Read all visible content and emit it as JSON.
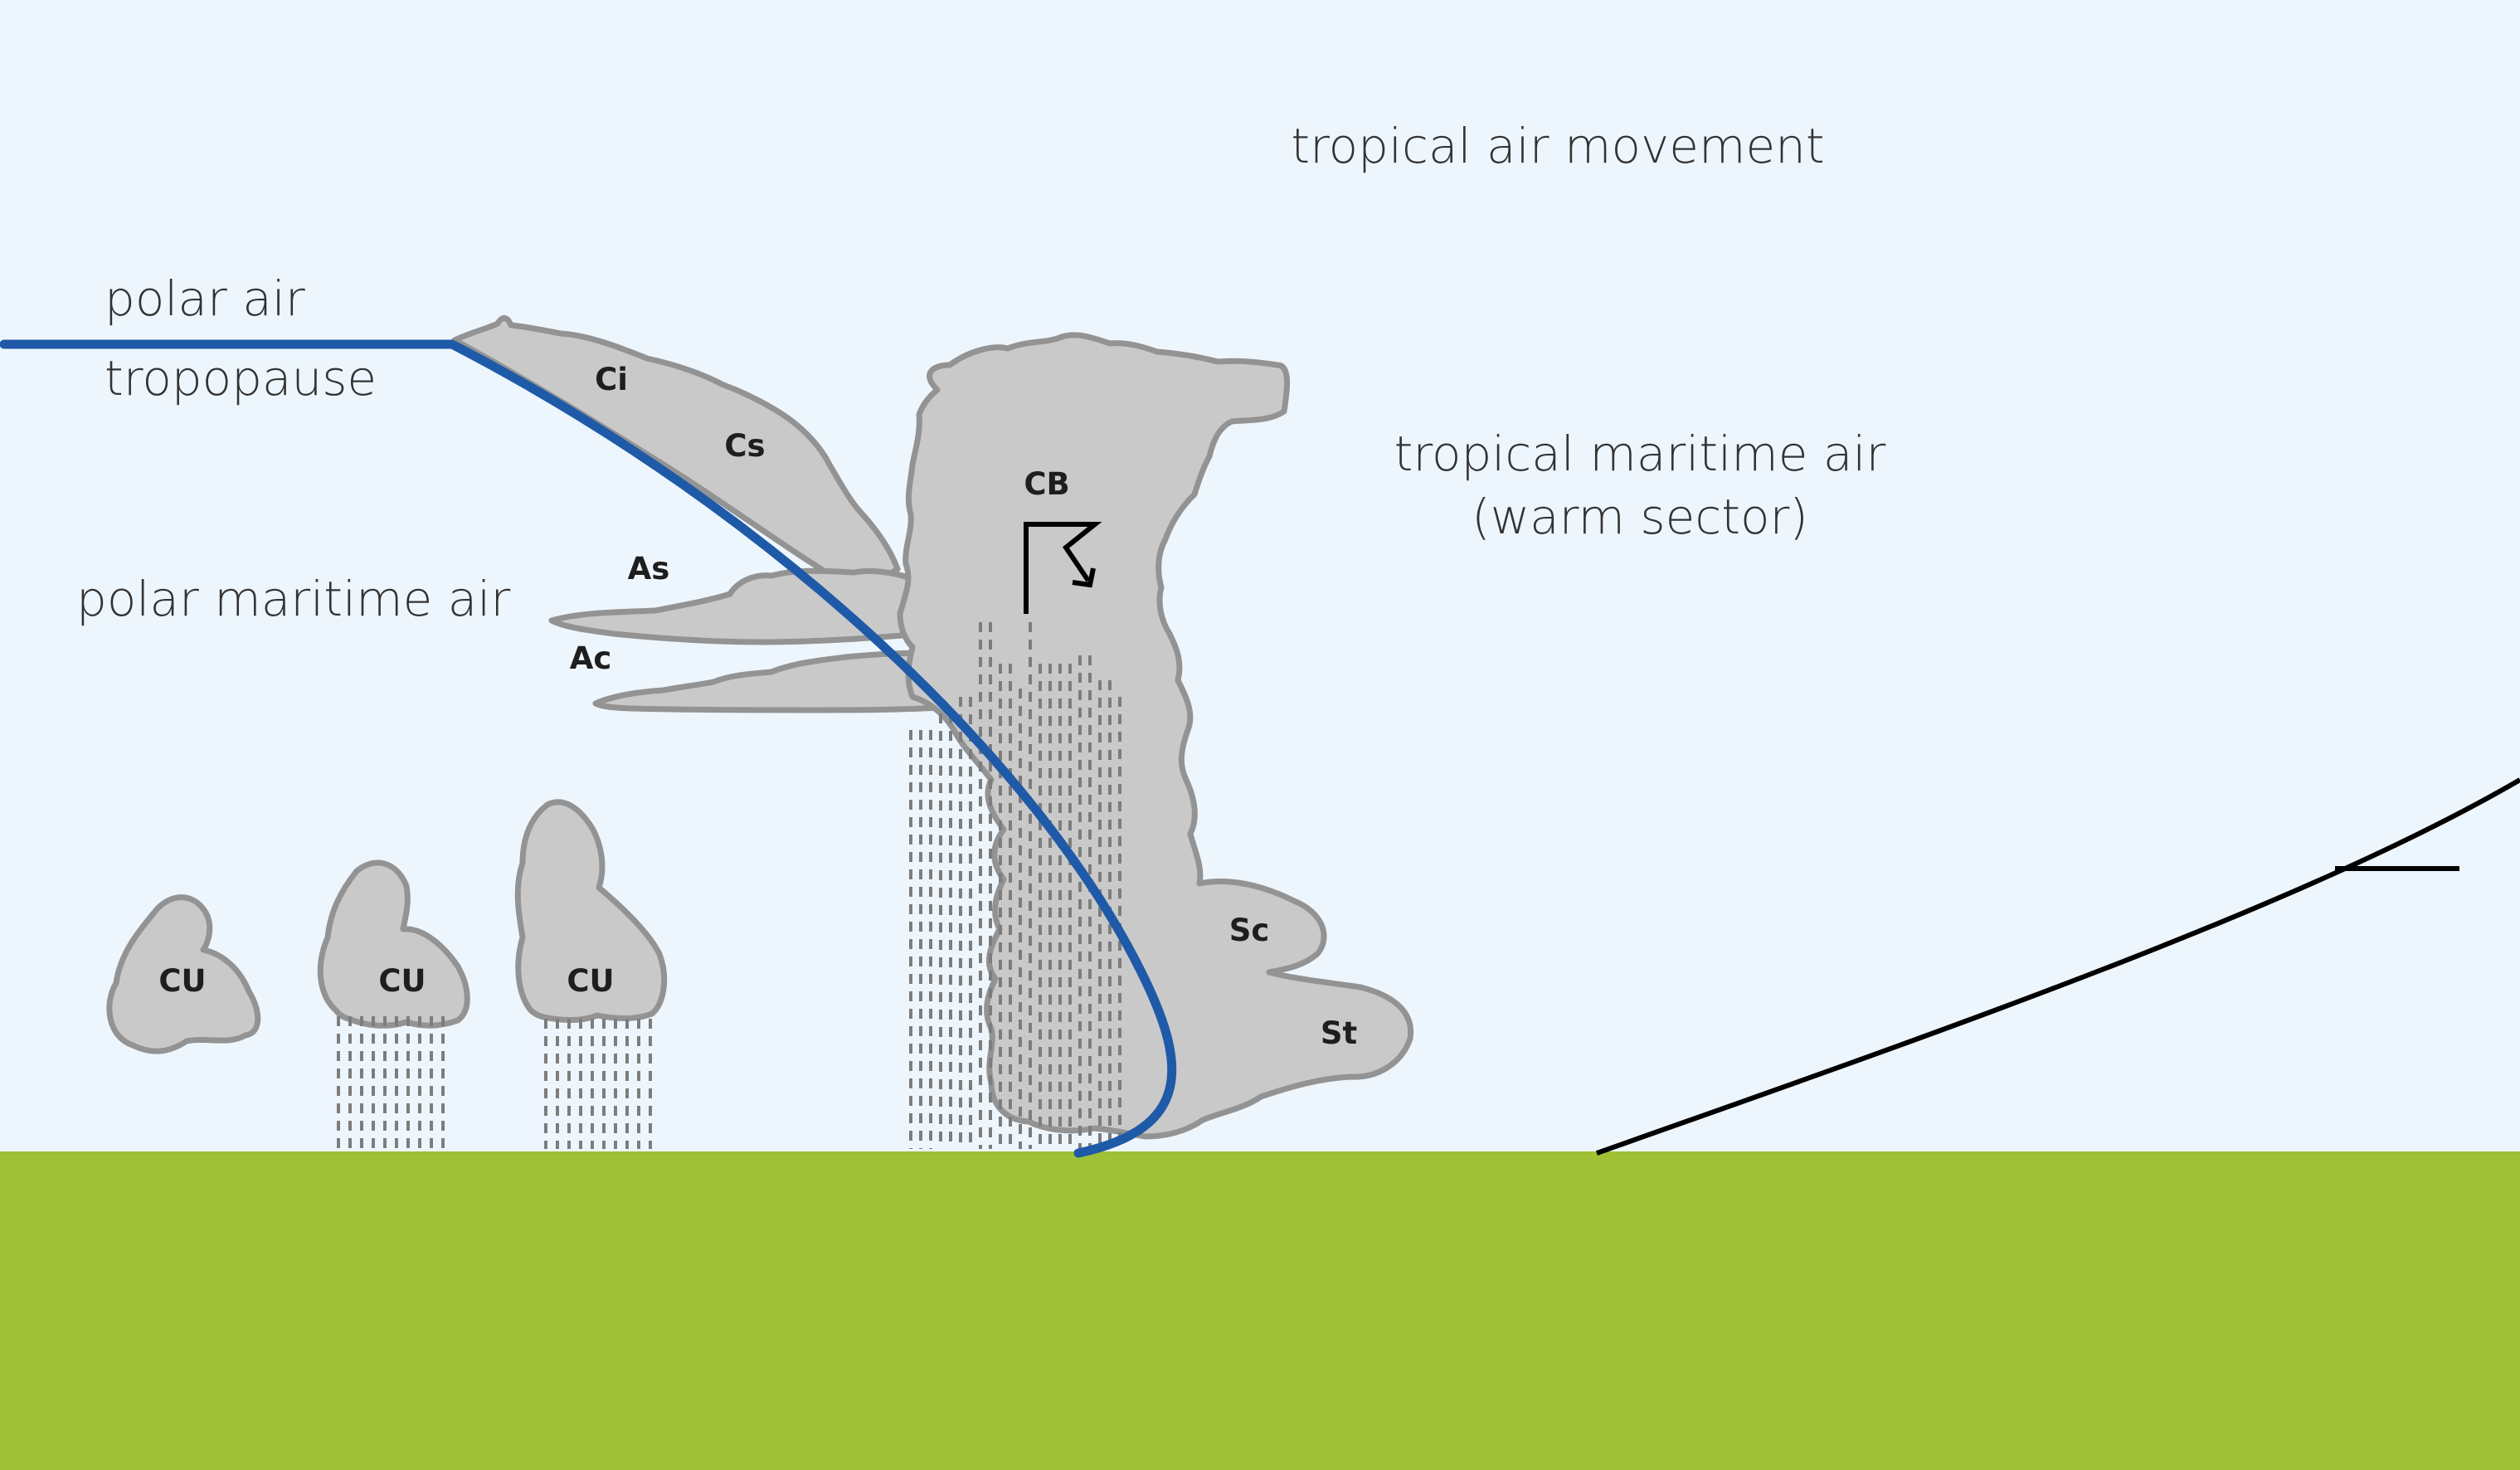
{
  "labels": {
    "tropical_air_movement": "tropical air movement",
    "polar_air": "polar air",
    "tropopause": "tropopause",
    "polar_maritime_air": "polar maritime air",
    "tropical_maritime_air": "tropical maritime air",
    "warm_sector": "(warm sector)"
  },
  "clouds": {
    "ci": "Ci",
    "cs": "Cs",
    "as": "As",
    "ac": "Ac",
    "cb": "CB",
    "sc": "Sc",
    "st": "St",
    "cu1": "CU",
    "cu2": "CU",
    "cu3": "CU"
  },
  "colors": {
    "sky": "#eef6fd",
    "ground": "#a0c035",
    "cold_front_line": "#1e5aa8",
    "cloud_fill": "#c9c9c9",
    "cloud_outline": "#939393",
    "rain": "#7d7d7d",
    "warm_front_line": "#000000"
  },
  "icons": [
    "lightning-symbol-icon"
  ]
}
